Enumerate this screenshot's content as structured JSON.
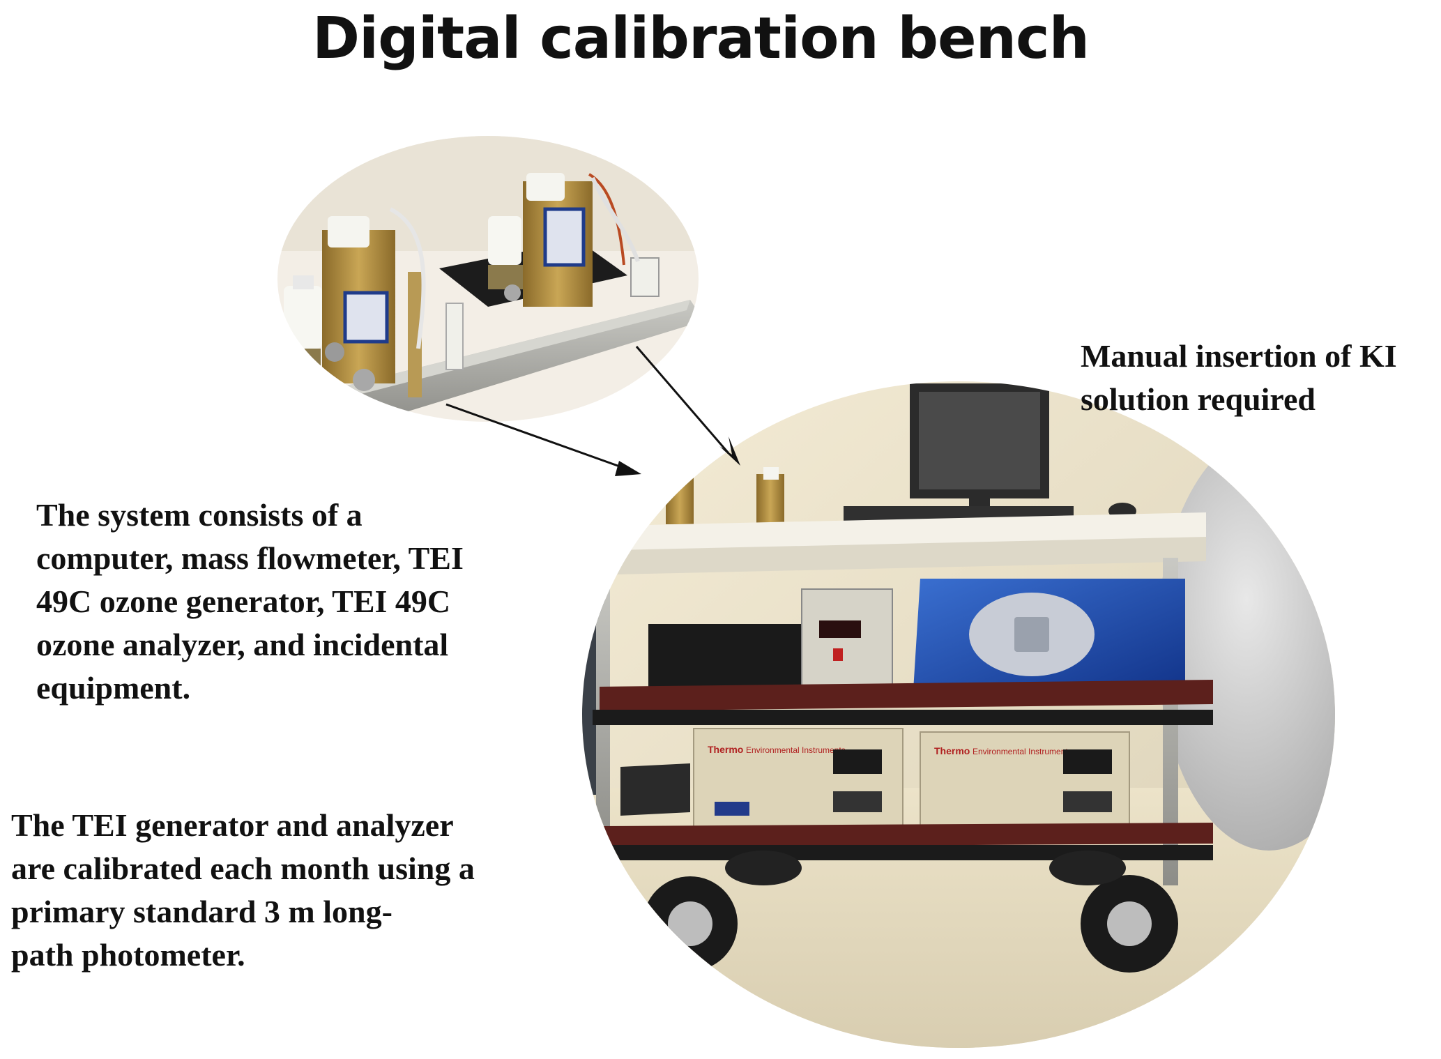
{
  "title": "Digital calibration bench",
  "captions": {
    "system_lines": [
      "The system consists of a",
      "computer, mass flowmeter, TEI",
      "49C ozone generator, TEI 49C",
      "ozone analyzer, and incidental",
      "equipment."
    ],
    "calibration_lines": [
      "The TEI generator and analyzer",
      "are calibrated each month using a",
      "primary standard 3 m long-",
      "path photometer."
    ],
    "manual_lines": [
      "Manual insertion of KI",
      "solution required"
    ]
  },
  "instrument_labels": {
    "brand": "Thermo",
    "maker": "Environmental Instruments"
  },
  "colors": {
    "wall": "#efe6cf",
    "floor": "#e8dfc6",
    "brass": "#b59244",
    "shelf": "#f2efe6",
    "carpet": "#6a2420",
    "instrument": "#ddd4b8",
    "panel": "#2a2a2a",
    "sps_blue": "#1f4fb0",
    "arrow": "#111111"
  }
}
